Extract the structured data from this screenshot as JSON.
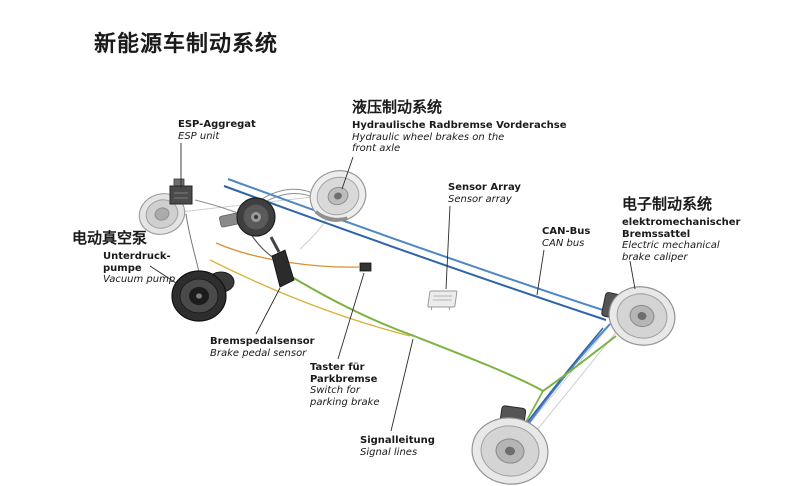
{
  "title": "新能源车制动系统",
  "labels": {
    "esp": {
      "de": "ESP-Aggregat",
      "en": "ESP unit"
    },
    "hydraulic": {
      "heading": "液压制动系统",
      "de": "Hydraulische Radbremse Vorderachse",
      "en1": "Hydraulic wheel brakes on the",
      "en2": "front axle"
    },
    "vacuum": {
      "heading": "电动真空泵",
      "de1": "Unterdruck-",
      "de2": "pumpe",
      "en": "Vacuum pump"
    },
    "sensor_array": {
      "de": "Sensor Array",
      "en": "Sensor array"
    },
    "can_bus": {
      "de": "CAN-Bus",
      "en": "CAN bus"
    },
    "electronic": {
      "heading": "电子制动系统",
      "de1": "elektromechanischer",
      "de2": "Bremssattel",
      "en1": "Electric mechanical",
      "en2": "brake caliper"
    },
    "pedal_sensor": {
      "de": "Bremspedalsensor",
      "en": "Brake pedal sensor"
    },
    "park_brake": {
      "de1": "Taster für",
      "de2": "Parkbremse",
      "en1": "Switch for",
      "en2": "parking brake"
    },
    "signal_lines": {
      "de": "Signalleitung",
      "en": "Signal lines"
    }
  },
  "colors": {
    "can_bus_light": "#4e86c6",
    "can_bus_dark": "#2e64a8",
    "signal_green": "#7cb342",
    "signal_yellow": "#d9b23a",
    "signal_orange": "#d9902e",
    "chassis_gray": "#cfcfcf",
    "leader": "#2a2a2a",
    "text": "#1a1a1a"
  }
}
